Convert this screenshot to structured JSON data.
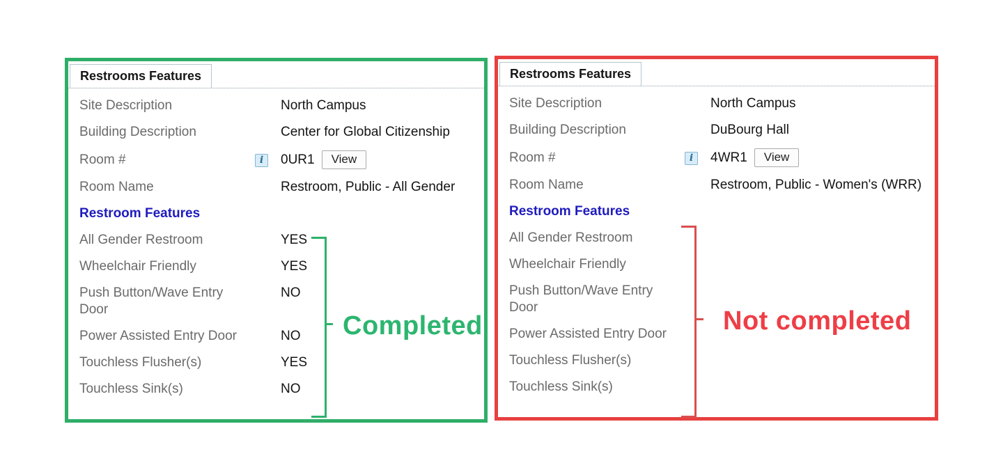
{
  "icons": {
    "info": {
      "name": "info-icon",
      "glyph": "i"
    }
  },
  "panels": [
    {
      "name": "completed-example",
      "border_color": "#2fae68",
      "tab_label": "Restrooms Features",
      "fields": [
        {
          "label": "Site Description",
          "value": "North Campus"
        },
        {
          "label": "Building Description",
          "value": "Center for Global Citizenship"
        },
        {
          "label": "Room #",
          "value": "0UR1",
          "button_label": "View"
        },
        {
          "label": "Room Name",
          "value": "Restroom, Public - All Gender"
        }
      ],
      "section_link": "Restroom Features",
      "features": [
        {
          "label": "All Gender Restroom",
          "value": "YES"
        },
        {
          "label": "Wheelchair Friendly",
          "value": "YES"
        },
        {
          "label": "Push Button/Wave Entry Door",
          "value": "NO"
        },
        {
          "label": "Power Assisted Entry Door",
          "value": "NO"
        },
        {
          "label": "Touchless Flusher(s)",
          "value": "YES"
        },
        {
          "label": "Touchless Sink(s)",
          "value": "NO"
        }
      ],
      "annotation": {
        "label": "Completed",
        "text_color": "#2db56f",
        "bracket_color": "#2fb16b"
      }
    },
    {
      "name": "not-completed-example",
      "border_color": "#e84040",
      "tab_label": "Restrooms Features",
      "fields": [
        {
          "label": "Site Description",
          "value": "North Campus"
        },
        {
          "label": "Building Description",
          "value": "DuBourg Hall"
        },
        {
          "label": "Room #",
          "value": "4WR1",
          "button_label": "View"
        },
        {
          "label": "Room Name",
          "value": "Restroom, Public - Women's (WRR)"
        }
      ],
      "section_link": "Restroom Features",
      "features": [
        {
          "label": "All Gender Restroom",
          "value": ""
        },
        {
          "label": "Wheelchair Friendly",
          "value": ""
        },
        {
          "label": "Push Button/Wave Entry Door",
          "value": ""
        },
        {
          "label": "Power Assisted Entry Door",
          "value": ""
        },
        {
          "label": "Touchless Flusher(s)",
          "value": ""
        },
        {
          "label": "Touchless Sink(s)",
          "value": ""
        }
      ],
      "annotation": {
        "label": "Not completed",
        "text_color": "#ee3e46",
        "bracket_color": "#d94f4f"
      }
    }
  ]
}
